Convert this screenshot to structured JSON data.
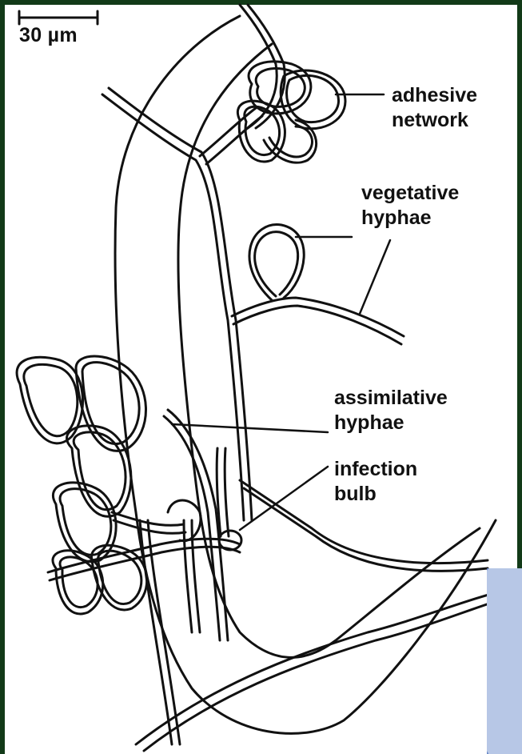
{
  "scale_bar": {
    "label": "30 µm"
  },
  "labels": {
    "adhesive_network": [
      "adhesive",
      "network"
    ],
    "vegetative_hyphae": [
      "vegetative",
      "hyphae"
    ],
    "assimilative_hyphae": [
      "assimilative",
      "hyphae"
    ],
    "infection_bulb": [
      "infection",
      "bulb"
    ]
  },
  "colors": {
    "background": "#123a18",
    "line": "#111111",
    "photo_tint": "#b7c7e6"
  }
}
